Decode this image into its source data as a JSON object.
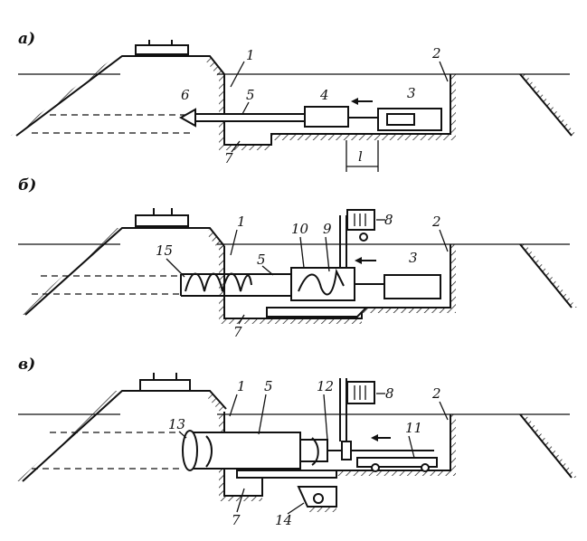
{
  "panels": [
    {
      "section_label": "а)",
      "labels": {
        "n1": "1",
        "n2": "2",
        "n3": "3",
        "n4": "4",
        "n5": "5",
        "n6": "6",
        "n7": "7",
        "dim": "l"
      }
    },
    {
      "section_label": "б)",
      "labels": {
        "n1": "1",
        "n2": "2",
        "n3": "3",
        "n5": "5",
        "n7": "7",
        "n8": "8",
        "n9": "9",
        "n10": "10",
        "n15": "15"
      }
    },
    {
      "section_label": "в)",
      "labels": {
        "n1": "1",
        "n2": "2",
        "n5": "5",
        "n7": "7",
        "n8": "8",
        "n11": "11",
        "n12": "12",
        "n13": "13",
        "n14": "14"
      }
    }
  ]
}
